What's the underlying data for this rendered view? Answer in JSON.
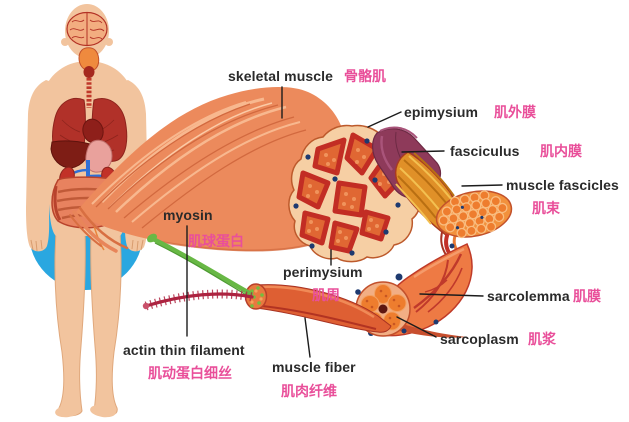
{
  "title": "skeletal muscle anatomy diagram",
  "colors": {
    "background": "#ffffff",
    "english_label": "#2a2a2a",
    "chinese_label": "#e94f9a",
    "muscle_body": "#ec8a5c",
    "cross_section_bg": "#f6cfa4",
    "fascicle_fill": "#e06733",
    "fascicle_border": "#c22d24",
    "epimysium_band": "#8e3a5a",
    "fasciculus_bundle": "#e09028",
    "sarcolemma_bundle": "#ee7a44",
    "myosin_green": "#68b845",
    "actin_red": "#ad2340",
    "body_skin": "#f2c49e",
    "backdrop_circle_blue": "#2aa7e0",
    "navy_dot": "#1e3a70"
  },
  "labels": {
    "skeletal_muscle": {
      "en": "skeletal muscle",
      "zh": "骨骼肌"
    },
    "epimysium": {
      "en": "epimysium",
      "zh": "肌外膜"
    },
    "fasciculus": {
      "en": "fasciculus",
      "zh": "肌内膜"
    },
    "muscle_fascicles": {
      "en": "muscle fascicles",
      "zh": "肌束"
    },
    "sarcolemma": {
      "en": "sarcolemma",
      "zh": "肌膜"
    },
    "sarcoplasm": {
      "en": "sarcoplasm",
      "zh": "肌浆"
    },
    "perimysium": {
      "en": "perimysium",
      "zh": "肌周"
    },
    "myosin": {
      "en": "myosin",
      "zh": "肌球蛋白"
    },
    "actin_thin_filament": {
      "en": "actin thin filament",
      "zh": "肌动蛋白细丝"
    },
    "muscle_fiber": {
      "en": "muscle fiber",
      "zh": "肌肉纤维"
    }
  }
}
